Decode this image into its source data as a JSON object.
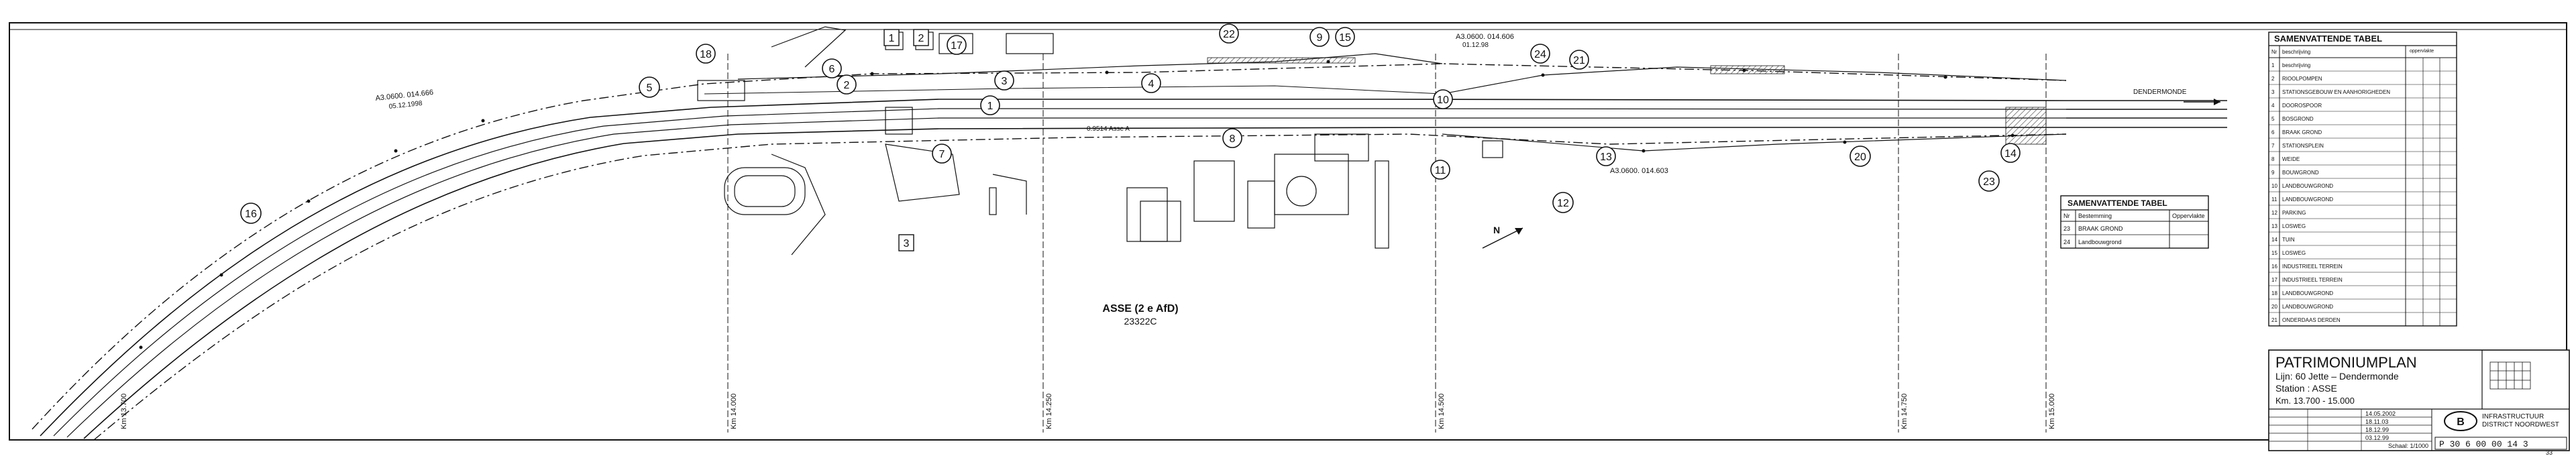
{
  "colors": {
    "ink": "#111111",
    "paper": "#ffffff",
    "hatch": "#333333"
  },
  "callouts": [
    "1",
    "2",
    "3",
    "4",
    "5",
    "6",
    "7",
    "8",
    "9",
    "10",
    "11",
    "12",
    "13",
    "14",
    "15",
    "16",
    "17",
    "18",
    "20",
    "21",
    "22",
    "23",
    "24"
  ],
  "boxed_labels": [
    "1",
    "2",
    "3"
  ],
  "annotations": {
    "ref_left": "A3.0600. 014.666",
    "ref_left_date": "05.12.1998",
    "ref_top": "A3.0600. 014.606",
    "ref_top_date": "01.12.98",
    "ref_right": "A3.0600. 014.603",
    "station_code": "0.9514 Asse A",
    "town_label": "ASSE (2 e AfD)",
    "town_number": "23322C",
    "direction_right": "DENDERMONDE",
    "north": "N"
  },
  "km_markers": [
    "Km 13.700",
    "Km 14.000",
    "Km 14.250",
    "Km 14.500",
    "Km 14.750",
    "Km 15.000"
  ],
  "summary_table_main": {
    "title": "SAMENVATTENDE TABEL",
    "headers": [
      "Nr",
      "beschrijving",
      "oppervlakte"
    ],
    "rows": [
      [
        "1",
        "beschrijving",
        "",
        ""
      ],
      [
        "2",
        "RIOOLPOMPEN",
        "",
        ""
      ],
      [
        "3",
        "STATIONSGEBOUW EN AANHORIGHEDEN",
        "",
        ""
      ],
      [
        "4",
        "DOOROSPOOR",
        "",
        ""
      ],
      [
        "5",
        "BOSGROND",
        "",
        ""
      ],
      [
        "6",
        "BRAAK GROND",
        "",
        ""
      ],
      [
        "7",
        "STATIONSPLEIN",
        "",
        ""
      ],
      [
        "8",
        "WEIDE",
        "",
        ""
      ],
      [
        "9",
        "BOUWGROND",
        "",
        ""
      ],
      [
        "10",
        "LANDBOUWGROND",
        "",
        ""
      ],
      [
        "11",
        "LANDBOUWGROND",
        "",
        ""
      ],
      [
        "12",
        "PARKING",
        "",
        ""
      ],
      [
        "13",
        "LOSWEG",
        "",
        ""
      ],
      [
        "14",
        "TUIN",
        "",
        ""
      ],
      [
        "15",
        "LOSWEG",
        "",
        ""
      ],
      [
        "16",
        "INDUSTRIEEL TERREIN",
        "",
        ""
      ],
      [
        "17",
        "INDUSTRIEEL TERREIN",
        "",
        ""
      ],
      [
        "18",
        "LANDBOUWGROND",
        "",
        ""
      ],
      [
        "20",
        "LANDBOUWGROND",
        "",
        ""
      ],
      [
        "21",
        "ONDERDAAS DERDEN",
        "",
        ""
      ]
    ]
  },
  "summary_table_small": {
    "title": "SAMENVATTENDE TABEL",
    "headers": [
      "Nr",
      "Bestemming",
      "Oppervlakte"
    ],
    "rows": [
      [
        "23",
        "BRAAK GROND",
        "",
        ""
      ],
      [
        "24",
        "Landbouwgrond",
        "",
        ""
      ]
    ]
  },
  "title_block": {
    "title": "PATRIMONIUMPLAN",
    "line": "Lijn: 60  Jette – Dendermonde",
    "station": "Station : ASSE",
    "km": "Km. 13.700 - 15.000",
    "org_line1": "INFRASTRUCTUUR",
    "org_line2": "DISTRICT NOORDWEST",
    "drawing_number": "P 30 6 00 00 14 3",
    "scale": "Schaal: 1/1000",
    "sheet": "33",
    "logo_letter": "B",
    "dates": [
      "14.05.2002",
      "18.11.03",
      "18.12.99",
      "03.12.99"
    ]
  }
}
